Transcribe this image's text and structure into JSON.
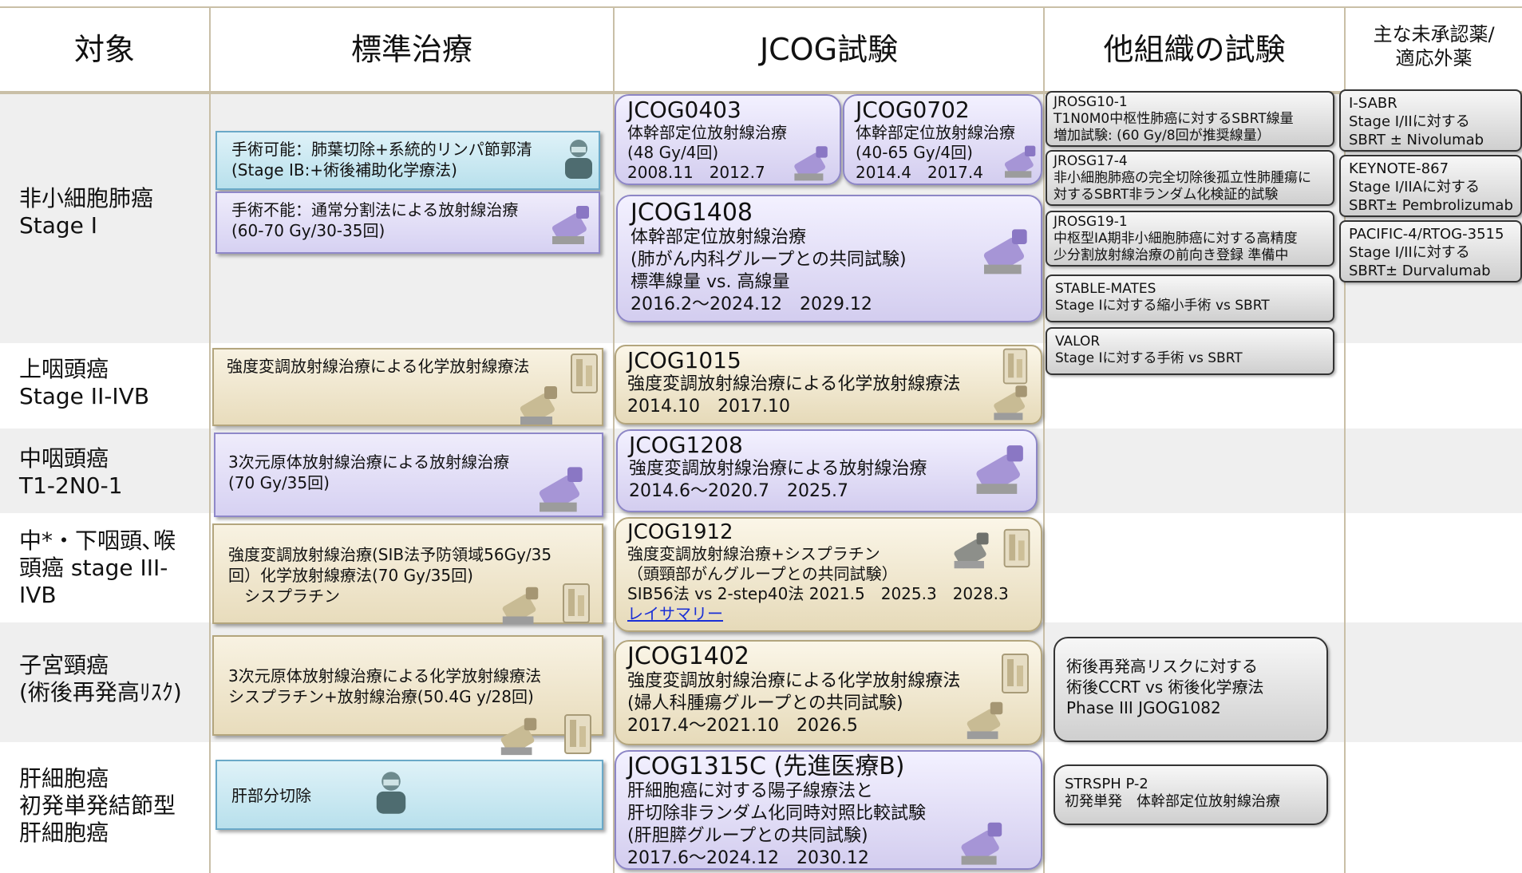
{
  "headers": {
    "target": "対象",
    "standard": "標準治療",
    "jcog": "JCOG試験",
    "other": "他組織の試験",
    "unapproved_1": "主な未承認薬/",
    "unapproved_2": "適応外薬"
  },
  "rows": {
    "nsclc": {
      "target": "非小細胞肺癌\nStage I",
      "std_1_line1": "手術可能：肺葉切除+系統的リンパ節郭清",
      "std_1_line2": "(Stage IB:+術後補助化学療法)",
      "std_2_line1": "手術不能：通常分割法による放射線治療",
      "std_2_line2": "(60-70 Gy/30-35回)",
      "jcog0403": {
        "id": "JCOG0403",
        "l1": "体幹部定位放射線治療",
        "l2": "(48 Gy/4回)",
        "l3": "2008.11　2012.7"
      },
      "jcog0702": {
        "id": "JCOG0702",
        "l1": "体幹部定位放射線治療",
        "l2": "(40-65 Gy/4回)",
        "l3": "2014.4　2017.4"
      },
      "jcog1408": {
        "id": "JCOG1408",
        "l1": "体幹部定位放射線治療",
        "l2": "(肺がん内科グループとの共同試験)",
        "l3": "標準線量 vs. 高線量",
        "l4": "2016.2～2024.12　2029.12"
      },
      "other": [
        {
          "l1": "JROSG10-1",
          "l2": "T1N0M0中枢性肺癌に対するSBRT線量",
          "l3": "増加試験: (60 Gy/8回が推奨線量）"
        },
        {
          "l1": "JROSG17-4",
          "l2": "非小細胞肺癌の完全切除後孤立性肺腫瘍に",
          "l3": "対するSBRT非ランダム化検証的試験"
        },
        {
          "l1": "JROSG19-1",
          "l2": "中枢型IA期非小細胞肺癌に対する高精度",
          "l3": "少分割放射線治療の前向き登録 準備中"
        },
        {
          "l1": "STABLE-MATES",
          "l2": "Stage Iに対する縮小手術 vs SBRT"
        },
        {
          "l1": "VALOR",
          "l2": "Stage Iに対する手術 vs SBRT"
        }
      ],
      "unapproved": [
        {
          "l1": "I-SABR",
          "l2": "Stage I/IIに対する",
          "l3": "SBRT ± Nivolumab"
        },
        {
          "l1": "KEYNOTE-867",
          "l2": "Stage I/IIAに対する",
          "l3": "SBRT± Pembrolizumab"
        },
        {
          "l1": "PACIFIC-4/RTOG-3515",
          "l2": "Stage I/IIに対する",
          "l3": "SBRT± Durvalumab"
        }
      ]
    },
    "epipharynx": {
      "target": "上咽頭癌\nStage II-IVB",
      "std": "強度変調放射線治療による化学放射線療法",
      "trial": {
        "id": "JCOG1015",
        "l1": "強度変調放射線治療による化学放射線療法",
        "l2": "2014.10　2017.10"
      }
    },
    "oropharynx": {
      "target": "中咽頭癌\nT1-2N0-1",
      "std_l1": "3次元原体放射線治療による放射線治療",
      "std_l2": "(70 Gy/35回)",
      "trial": {
        "id": "JCOG1208",
        "l1": "強度変調放射線治療による放射線治療",
        "l2": "2014.6～2020.7　2025.7"
      }
    },
    "hypopharynx": {
      "target": "中*・下咽頭､喉\n頭癌 stage III-\nIVB",
      "std_l1": "強度変調放射線治療(SIB法予防領域56Gy/35",
      "std_l2": "回）化学放射線療法(70 Gy/35回)",
      "std_l3": "　シスプラチン",
      "trial": {
        "id": "JCOG1912",
        "l1": "強度変調放射線治療+シスプラチン",
        "l2": "（頭頸部がんグループとの共同試験）",
        "l3": "SIB56法 vs 2-step40法 2021.5　2025.3　2028.3",
        "link": "レイサマリー"
      }
    },
    "cervix": {
      "target": "子宮頸癌\n(術後再発高ﾘｽｸ)",
      "std_l1": "3次元原体放射線治療による化学放射線療法",
      "std_l2": "シスプラチン+放射線治療(50.4G y/28回)",
      "trial": {
        "id": "JCOG1402",
        "l1": "強度変調放射線治療による化学放射線療法",
        "l2": "(婦人科腫瘍グループとの共同試験)",
        "l3": "2017.4～2021.10　2026.5"
      },
      "other_l1": "術後再発高リスクに対する",
      "other_l2": "術後CCRT vs 術後化学療法",
      "other_l3": "Phase III JGOG1082"
    },
    "hcc": {
      "target": "肝細胞癌\n初発単発結節型\n肝細胞癌",
      "std": "肝部分切除",
      "trial": {
        "id": "JCOG1315C (先進医療B)",
        "l1": "肝細胞癌に対する陽子線療法と",
        "l2": "肝切除非ランダム化同時対照比較試験",
        "l3": "(肝胆膵グループとの共同試験)",
        "l4": "2017.6～2024.12　2030.12"
      },
      "other_l1": "STRSPH P-2",
      "other_l2": "初発単発　体幹部定位放射線治療"
    }
  },
  "colors": {
    "band_gray": "#efefef",
    "grid": "#c9bfa7",
    "blue_box": "#b8e0ec",
    "lavender_box": "#d6d1f2",
    "tan_box": "#e8dcbc",
    "link": "#1a2fd6"
  },
  "icons": [
    "surgeon-icon",
    "linac-machine-icon",
    "brachytherapy-device-icon"
  ]
}
